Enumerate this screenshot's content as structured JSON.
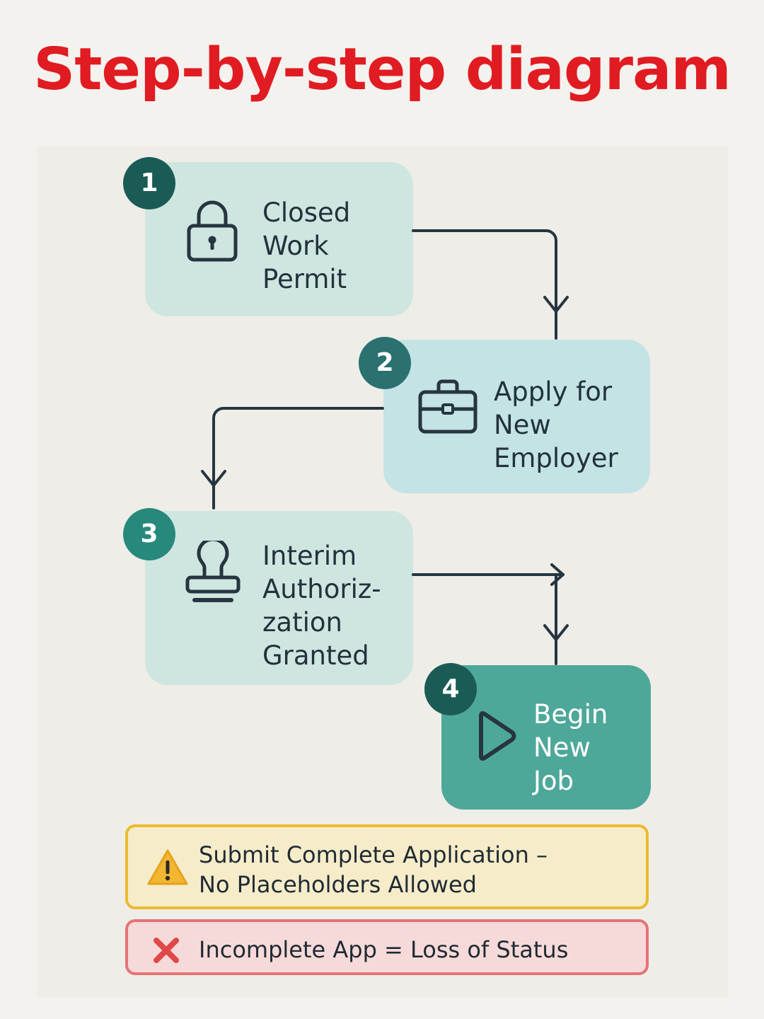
{
  "title": "Step-by-step diagram",
  "colors": {
    "title": "#e11b22",
    "background": "#f4f2ee",
    "panel": "#efede8",
    "step1_fill": "#cfe6e0",
    "step2_fill": "#c4e3e5",
    "step3_fill": "#cfe6e0",
    "step4_fill": "#4ea89a",
    "badge_dark": "#1b5b56",
    "badge_mid": "#2a7170",
    "badge_teal": "#26897c",
    "connector": "#263640",
    "warning_fill": "#f6ecc9",
    "warning_border": "#ebbb2f",
    "error_fill": "#f6dad9",
    "error_border": "#e47475",
    "error_icon": "#e04848"
  },
  "steps": [
    {
      "number": "1",
      "label": "Closed\nWork\nPermit",
      "icon": "lock-icon"
    },
    {
      "number": "2",
      "label": "Apply for\nNew\nEmployer",
      "icon": "briefcase-icon"
    },
    {
      "number": "3",
      "label": "Interim\nAuthoriz-\nzation\nGranted",
      "icon": "stamp-icon"
    },
    {
      "number": "4",
      "label": "Begin\nNew\nJob",
      "icon": "play-icon"
    }
  ],
  "callouts": {
    "warning": {
      "text": "Submit Complete Application –\nNo Placeholders Allowed",
      "icon": "warning-icon"
    },
    "error": {
      "text": "Incomplete App = Loss of Status",
      "icon": "close-icon"
    }
  }
}
